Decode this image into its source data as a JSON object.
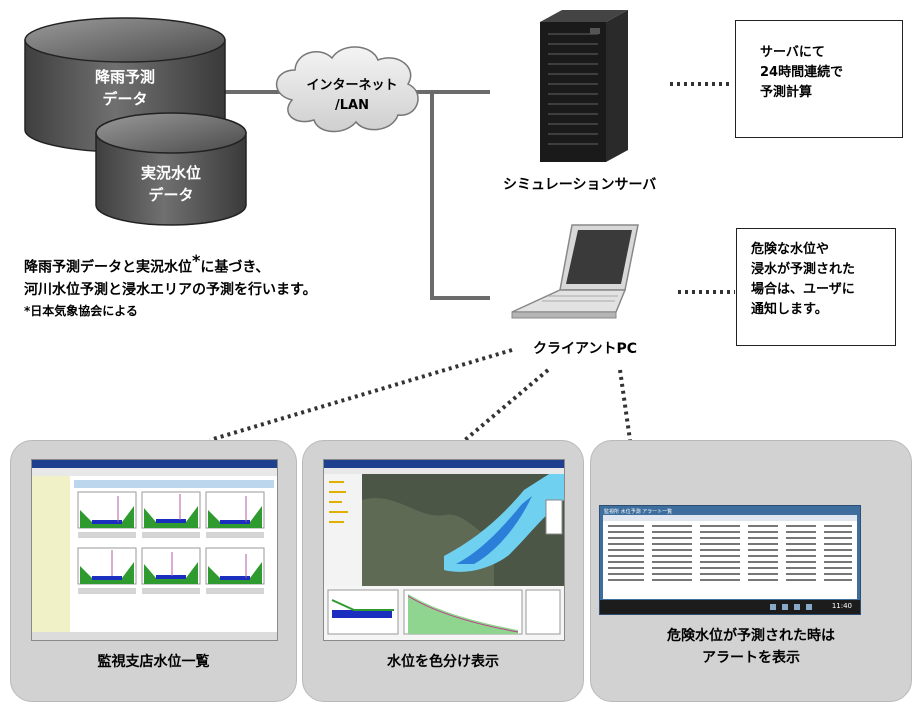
{
  "databases": [
    {
      "line1": "降雨予測",
      "line2": "データ"
    },
    {
      "line1": "実況水位",
      "line2": "データ"
    }
  ],
  "network": {
    "line1": "インターネット",
    "line2": "/LAN"
  },
  "server": {
    "caption": "シミュレーションサーバ"
  },
  "client": {
    "caption": "クライアントPC"
  },
  "server_note": [
    "サーバにて",
    "24時間連続で",
    "予測計算"
  ],
  "client_note": [
    "危険な水位や",
    "浸水が予測された",
    "場合は、ユーザに",
    "通知します。"
  ],
  "description": {
    "line1_a": "降雨予測データと実況水位",
    "asterisk": "*",
    "line1_b": "に基づき、",
    "line2": "河川水位予測と浸水エリアの予測を行います。",
    "footnote": "*日本気象協会による"
  },
  "panels": [
    {
      "caption": "監視支店水位一覧"
    },
    {
      "caption": "水位を色分け表示"
    },
    {
      "caption1": "危険水位が予測された時は",
      "caption2": "アラートを表示"
    }
  ],
  "alert_window": {
    "title": "監視所 水位予測 アラート一覧",
    "clock": "11:40"
  },
  "colors": {
    "db": "#5a5a5a",
    "server": "#1e1e1e",
    "panel": "#d2d2d2",
    "connector": "#666666",
    "water": "#6fd0f0",
    "grass": "#2f9a2f"
  }
}
